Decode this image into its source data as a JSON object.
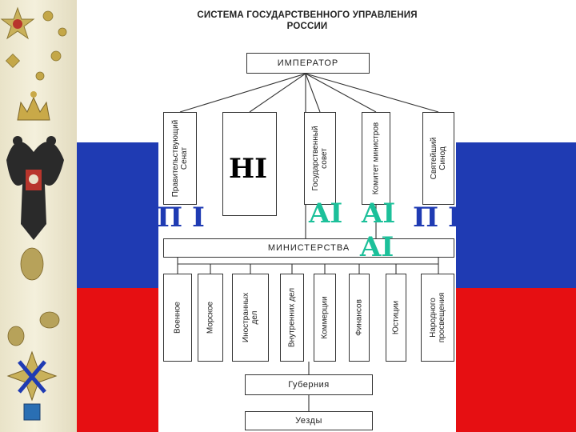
{
  "title": {
    "line1": "СИСТЕМА ГОСУДАРСТВЕННОГО УПРАВЛЕНИЯ",
    "line2": "РОССИИ"
  },
  "emperor": "ИМПЕРАТОР",
  "top_bodies": [
    [
      "Правительствующий",
      "Сенат"
    ],
    [],
    [
      "Государственный",
      "совет"
    ],
    [
      "Комитет министров"
    ],
    [
      "Святейший",
      "Синод"
    ]
  ],
  "ministries_label": "МИНИСТЕРСТВА",
  "ministries": [
    [
      "Военное"
    ],
    [
      "Морское"
    ],
    [
      "Иностранных",
      "дел"
    ],
    [
      "Внутренних дел"
    ],
    [
      "Коммерции"
    ],
    [
      "Финансов"
    ],
    [
      "Юстиции"
    ],
    [
      "Народного",
      "просвещения"
    ]
  ],
  "guberniya": "Губерния",
  "uezdy": "Уезды",
  "overlays": {
    "hi": "HI",
    "pi_left": "П I",
    "ai_1": "AI",
    "ai_2": "AI",
    "ai_3": "AI",
    "pi_right": "П I"
  },
  "colors": {
    "flag_blue": "#1f3bb3",
    "flag_red": "#e60f12",
    "overlay_teal": "#1cc09a"
  }
}
